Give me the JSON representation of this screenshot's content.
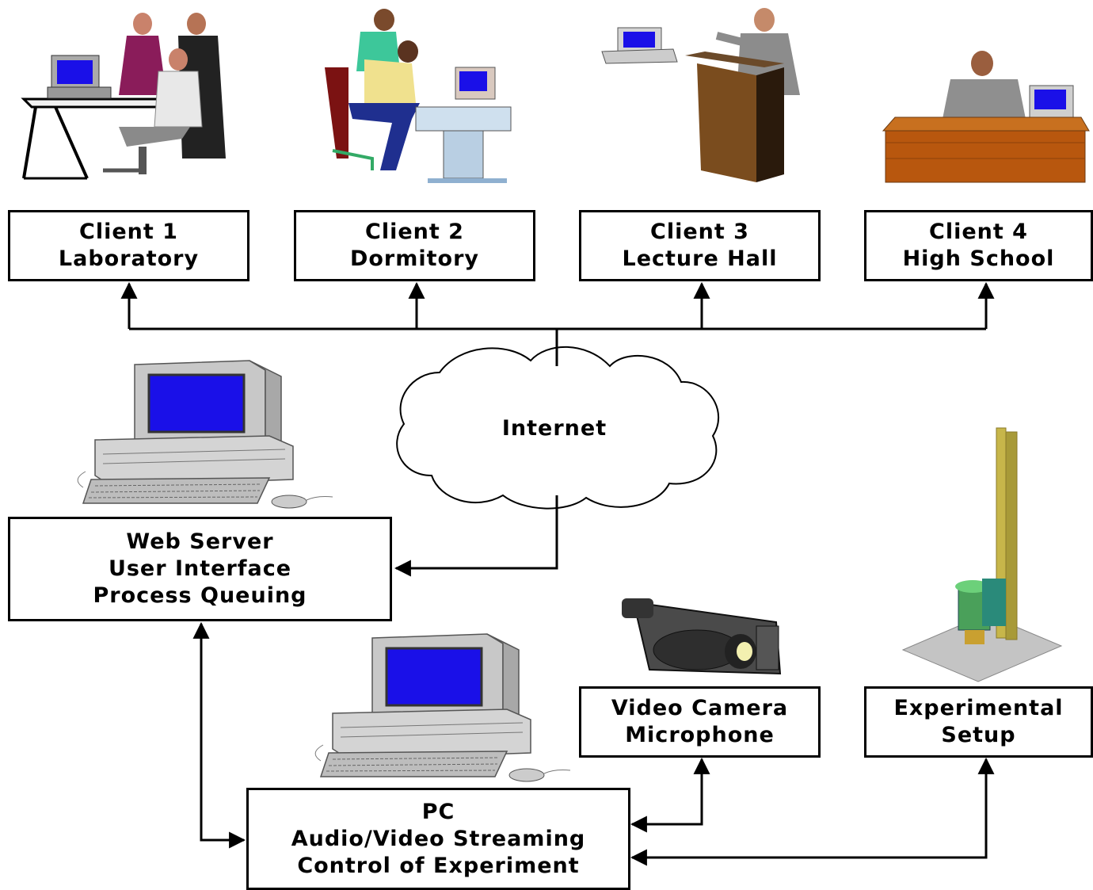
{
  "clients": [
    {
      "name": "Client 1",
      "place": "Laboratory"
    },
    {
      "name": "Client 2",
      "place": "Dormitory"
    },
    {
      "name": "Client 3",
      "place": "Lecture Hall"
    },
    {
      "name": "Client 4",
      "place": "High School"
    }
  ],
  "internet": {
    "label": "Internet"
  },
  "web_server": {
    "lines": [
      "Web Server",
      "User Interface",
      "Process Queuing"
    ]
  },
  "pc": {
    "lines": [
      "PC",
      "Audio/Video Streaming",
      "Control of Experiment"
    ]
  },
  "camera": {
    "lines": [
      "Video Camera",
      "Microphone"
    ]
  },
  "setup": {
    "lines": [
      "Experimental",
      "Setup"
    ]
  },
  "colors": {
    "screen": "#1a10e8",
    "desk": "#b8570e",
    "box_border": "#000000"
  }
}
